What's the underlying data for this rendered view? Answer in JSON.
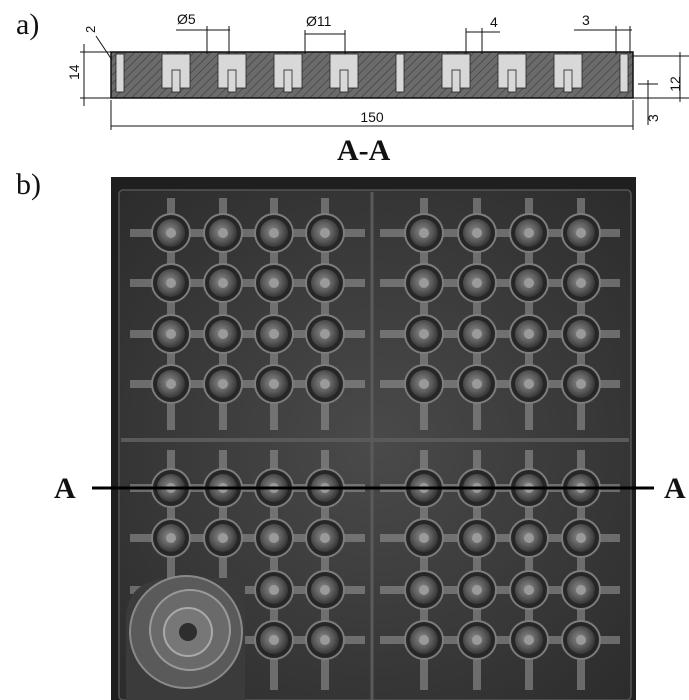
{
  "panel_a": {
    "label": "a)",
    "dims": {
      "top_gap": "2",
      "small_hole": "Ø5",
      "large_hole": "Ø11",
      "slot_width": "4",
      "edge_offset": "3",
      "overall_height": "14",
      "groove_depth": "12",
      "bottom_thickness": "3",
      "total_length": "150"
    },
    "section_title": "A-A",
    "grooves": 10,
    "colors": {
      "section_fill": "#6b6b6b",
      "hatch": "#3a3a3a",
      "groove": "#d8d8d8"
    }
  },
  "panel_b": {
    "label": "b)",
    "section_letter_left": "A",
    "section_letter_right": "A",
    "cup_rows": [
      [
        1,
        1,
        1,
        1,
        1,
        1,
        1,
        1
      ],
      [
        1,
        1,
        1,
        1,
        1,
        1,
        1,
        1
      ],
      [
        1,
        1,
        1,
        1,
        1,
        1,
        1,
        1
      ],
      [
        1,
        1,
        1,
        1,
        1,
        1,
        1,
        1
      ],
      [
        1,
        1,
        1,
        1,
        1,
        1,
        1,
        1
      ],
      [
        1,
        1,
        1,
        1,
        1,
        1,
        1,
        1
      ],
      [
        0,
        0,
        1,
        1,
        1,
        1,
        1,
        1
      ],
      [
        0,
        0,
        1,
        1,
        1,
        1,
        1,
        1
      ]
    ],
    "colors": {
      "plate": "#3a3a3a",
      "rail": "#9a9a9a",
      "cup_rim": "#7d7d7d"
    }
  }
}
